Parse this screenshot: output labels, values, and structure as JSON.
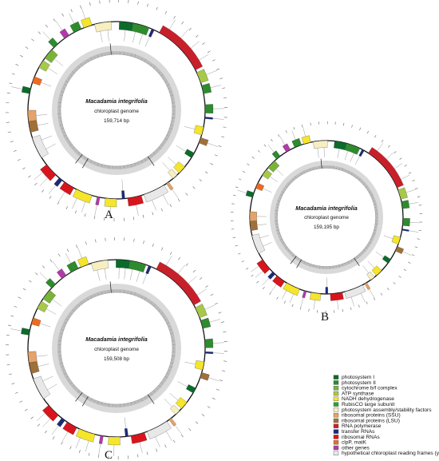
{
  "maps": [
    {
      "id": "A",
      "organism": "Macadamia integrifolia",
      "subtitle": "chloroplast genome",
      "length": "159,714 bp"
    },
    {
      "id": "B",
      "organism": "Macadamia integrifolia",
      "subtitle": "chloroplast genome",
      "length": "159,195 bp"
    },
    {
      "id": "C",
      "organism": "Macadamia integrifolia",
      "subtitle": "chloroplast genome",
      "length": "159,508 bp"
    }
  ],
  "legend": [
    {
      "label": "photosystem I",
      "color": "#0b6b2b"
    },
    {
      "label": "photosystem II",
      "color": "#2e8b2e"
    },
    {
      "label": "cytochrome b/f complex",
      "color": "#7ab33a"
    },
    {
      "label": "ATP synthase",
      "color": "#a8c84a"
    },
    {
      "label": "NADH dehydrogenase",
      "color": "#f5e52b"
    },
    {
      "label": "RubisCO large subunit",
      "color": "#2aa040"
    },
    {
      "label": "photosystem assembly/stability factors",
      "color": "#f7efc2"
    },
    {
      "label": "ribosomal proteins (SSU)",
      "color": "#e3a36a"
    },
    {
      "label": "ribosomal proteins (LSU)",
      "color": "#a0703a"
    },
    {
      "label": "RNA polymerase",
      "color": "#c8202a"
    },
    {
      "label": "transfer RNAs",
      "color": "#1b2a7a"
    },
    {
      "label": "ribosomal RNAs",
      "color": "#d8151d"
    },
    {
      "label": "clpP, matK",
      "color": "#ef6a20"
    },
    {
      "label": "other genes",
      "color": "#b23aa8"
    },
    {
      "label": "hypothetical chloroplast reading frames (ycf)",
      "color": "#e8e8e8"
    }
  ],
  "gene_features": [
    {
      "type": "photosystem I",
      "start": 0.005,
      "end": 0.03,
      "strand": "in"
    },
    {
      "type": "photosystem II",
      "start": 0.03,
      "end": 0.06,
      "strand": "in"
    },
    {
      "type": "transfer RNAs",
      "start": 0.065,
      "end": 0.07,
      "strand": "in"
    },
    {
      "type": "RNA polymerase",
      "start": 0.08,
      "end": 0.175,
      "strand": "out"
    },
    {
      "type": "ATP synthase",
      "start": 0.18,
      "end": 0.2,
      "strand": "out"
    },
    {
      "type": "photosystem II",
      "start": 0.205,
      "end": 0.22,
      "strand": "out"
    },
    {
      "type": "photosystem II",
      "start": 0.24,
      "end": 0.255,
      "strand": "out"
    },
    {
      "type": "transfer RNAs",
      "start": 0.262,
      "end": 0.265,
      "strand": "out"
    },
    {
      "type": "NADH dehydrogenase",
      "start": 0.28,
      "end": 0.295,
      "strand": "in"
    },
    {
      "type": "ribosomal proteins (LSU)",
      "start": 0.3,
      "end": 0.31,
      "strand": "out"
    },
    {
      "type": "photosystem I",
      "start": 0.33,
      "end": 0.34,
      "strand": "in"
    },
    {
      "type": "NADH dehydrogenase",
      "start": 0.36,
      "end": 0.375,
      "strand": "in"
    },
    {
      "type": "photosystem assembly/stability factors",
      "start": 0.38,
      "end": 0.39,
      "strand": "in"
    },
    {
      "type": "ribosomal proteins (SSU)",
      "start": 0.4,
      "end": 0.405,
      "strand": "out"
    },
    {
      "type": "hypothetical chloroplast reading frames (ycf)",
      "start": 0.41,
      "end": 0.45,
      "strand": "out"
    },
    {
      "type": "ribosomal RNAs",
      "start": 0.455,
      "end": 0.48,
      "strand": "out"
    },
    {
      "type": "transfer RNAs",
      "start": 0.485,
      "end": 0.49,
      "strand": "in"
    },
    {
      "type": "NADH dehydrogenase",
      "start": 0.5,
      "end": 0.52,
      "strand": "out"
    },
    {
      "type": "other genes",
      "start": 0.53,
      "end": 0.535,
      "strand": "out"
    },
    {
      "type": "NADH dehydrogenase",
      "start": 0.545,
      "end": 0.575,
      "strand": "out"
    },
    {
      "type": "ribosomal RNAs",
      "start": 0.58,
      "end": 0.6,
      "strand": "out"
    },
    {
      "type": "transfer RNAs",
      "start": 0.605,
      "end": 0.612,
      "strand": "out"
    },
    {
      "type": "ribosomal RNAs",
      "start": 0.62,
      "end": 0.645,
      "strand": "out"
    },
    {
      "type": "hypothetical chloroplast reading frames (ycf)",
      "start": 0.66,
      "end": 0.7,
      "strand": "in"
    },
    {
      "type": "ribosomal proteins (LSU)",
      "start": 0.71,
      "end": 0.73,
      "strand": "in"
    },
    {
      "type": "ribosomal proteins (SSU)",
      "start": 0.73,
      "end": 0.75,
      "strand": "in"
    },
    {
      "type": "photosystem I",
      "start": 0.78,
      "end": 0.79,
      "strand": "out"
    },
    {
      "type": "clpP, matK",
      "start": 0.8,
      "end": 0.812,
      "strand": "in"
    },
    {
      "type": "ATP synthase",
      "start": 0.83,
      "end": 0.845,
      "strand": "in"
    },
    {
      "type": "cytochrome b/f complex",
      "start": 0.85,
      "end": 0.87,
      "strand": "in"
    },
    {
      "type": "photosystem II",
      "start": 0.875,
      "end": 0.885,
      "strand": "out"
    },
    {
      "type": "other genes",
      "start": 0.9,
      "end": 0.91,
      "strand": "out"
    },
    {
      "type": "photosystem II",
      "start": 0.92,
      "end": 0.935,
      "strand": "out"
    },
    {
      "type": "NADH dehydrogenase",
      "start": 0.94,
      "end": 0.955,
      "strand": "out"
    },
    {
      "type": "photosystem assembly/stability factors",
      "start": 0.96,
      "end": 0.99,
      "strand": "in"
    }
  ]
}
